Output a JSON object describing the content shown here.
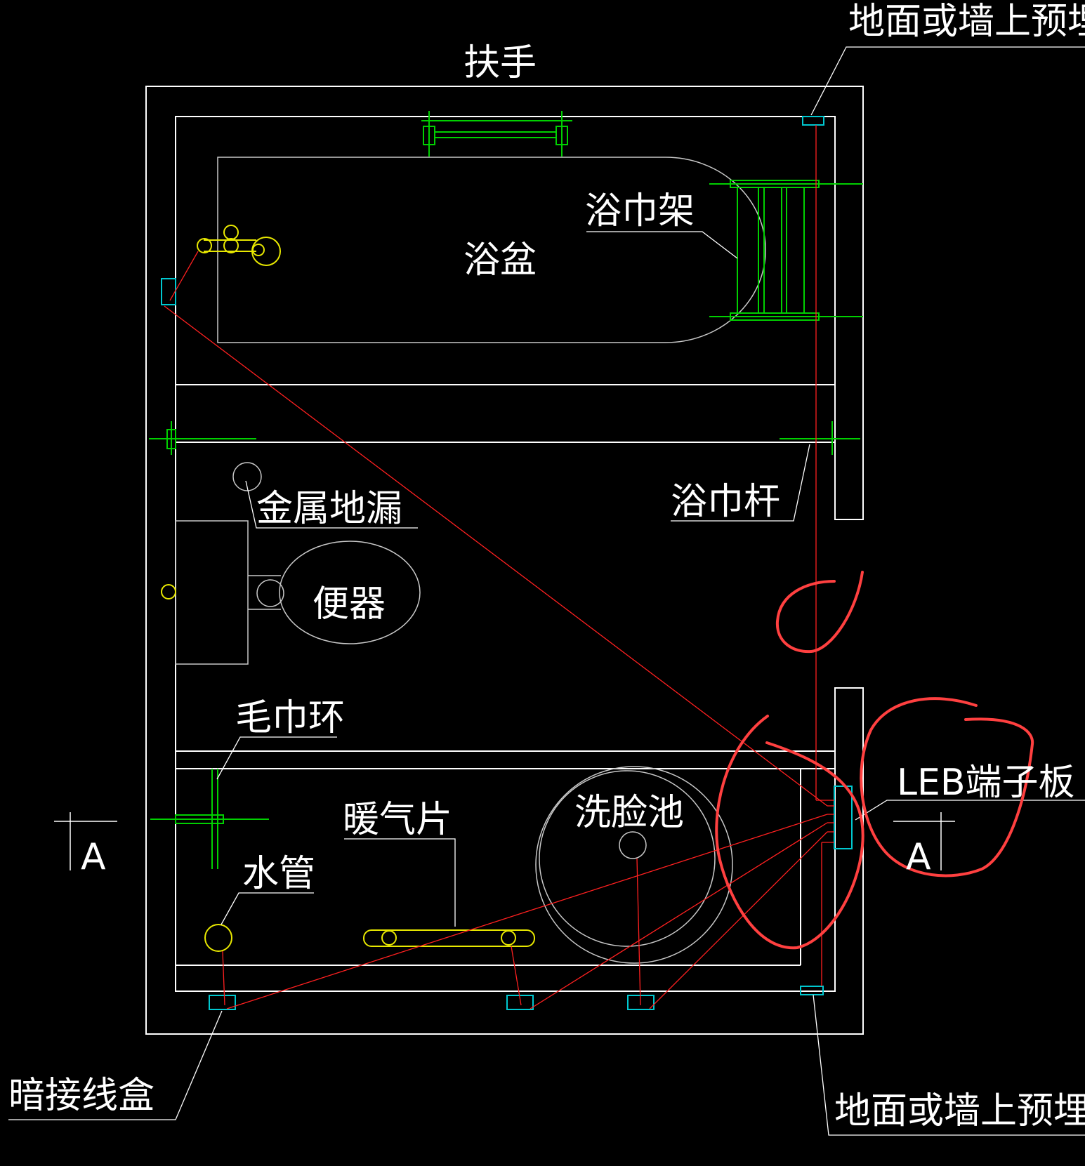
{
  "colors": {
    "background": "#000000",
    "wall": "#ffffff",
    "fixture": "#c8c8c8",
    "green": "#00d000",
    "yellow": "#e8e800",
    "cyan": "#00c8d0",
    "red_wire": "#ff2020",
    "annotation": "#ff4040"
  },
  "labels": {
    "handrail": "扶手",
    "embedded_top": "地面或墙上预埋件",
    "towel_rack": "浴巾架",
    "bathtub": "浴盆",
    "towel_bar": "浴巾杆",
    "floor_drain": "金属地漏",
    "toilet": "便器",
    "towel_ring": "毛巾环",
    "leb_board": "LEB端子板",
    "radiator": "暖气片",
    "washbasin": "洗脸池",
    "water_pipe": "水管",
    "section_mark_left": "A",
    "section_mark_right": "A",
    "junction_box": "暗接线盒",
    "embedded_bottom": "地面或墙上预埋件"
  }
}
